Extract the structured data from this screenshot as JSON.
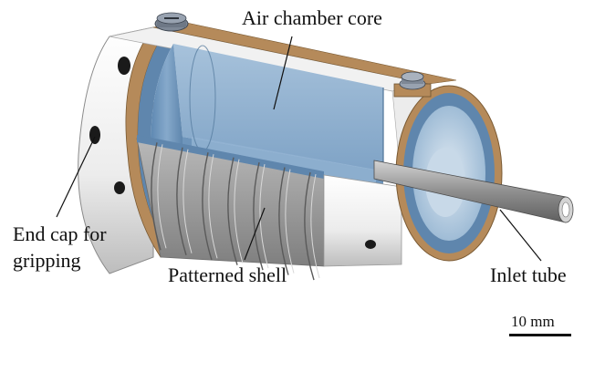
{
  "labels": {
    "air_chamber_core": "Air chamber core",
    "end_cap": [
      "End cap for",
      "gripping"
    ],
    "patterned_shell": "Patterned shell",
    "inlet_tube": "Inlet tube"
  },
  "scale_bar": {
    "label": "10 mm"
  },
  "colors": {
    "inner_blue": "#6d97bf",
    "inner_blue_light": "#a9c6df",
    "copper": "#b58a5a",
    "shell_white": "#f3f3f3",
    "shell_grey": "#9c9c9c",
    "tube_grey": "#7d7d7d",
    "ink": "#111111"
  }
}
